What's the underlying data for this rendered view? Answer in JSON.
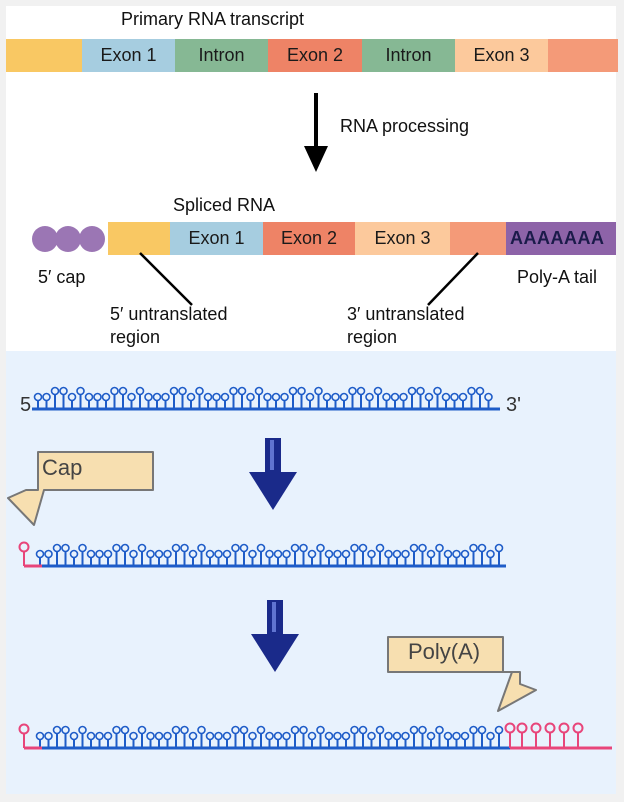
{
  "top": {
    "primary_title": "Primary RNA transcript",
    "primary_segments": [
      {
        "label": "",
        "color": "#f9c863"
      },
      {
        "label": "Exon 1",
        "color": "#a6cde0"
      },
      {
        "label": "Intron",
        "color": "#86b894"
      },
      {
        "label": "Exon 2",
        "color": "#ee8366"
      },
      {
        "label": "Intron",
        "color": "#86b894"
      },
      {
        "label": "Exon 3",
        "color": "#fcc99c"
      },
      {
        "label": "",
        "color": "#f49a78"
      }
    ],
    "processing_label": "RNA processing",
    "spliced_title": "Spliced RNA",
    "spliced_segments": [
      {
        "label": "",
        "color": "#f9c863"
      },
      {
        "label": "Exon 1",
        "color": "#a6cde0"
      },
      {
        "label": "Exon 2",
        "color": "#ee8366"
      },
      {
        "label": "Exon 3",
        "color": "#fcc99c"
      },
      {
        "label": "",
        "color": "#f49a78"
      },
      {
        "label": "AAAAAAA",
        "color": "#8d63a8"
      }
    ],
    "cap_label": "5′ cap",
    "tail_label": "Poly-A tail",
    "utr5_line1": "5′ untranslated",
    "utr5_line2": "region",
    "utr3_line1": "3′ untranslated",
    "utr3_line2": "region",
    "cap_color": "#9b76b4"
  },
  "bottom": {
    "five_prime": "5",
    "three_prime": "3'",
    "cap_callout": "Cap",
    "polya_callout": "Poly(A)",
    "backbone_color": "#1e5cc8",
    "cap_color": "#e8457a",
    "arrow_color": "#1a2a8a"
  }
}
